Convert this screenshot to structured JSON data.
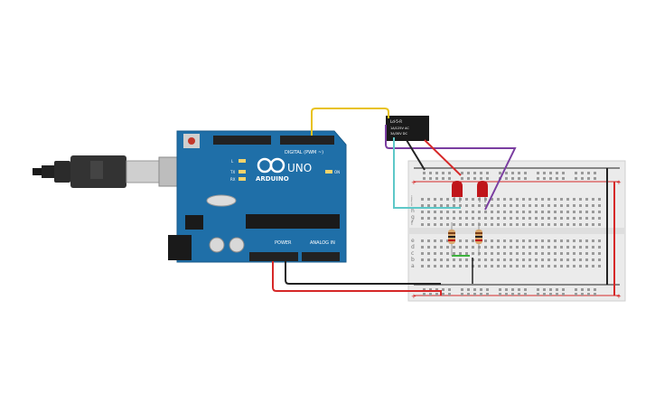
{
  "arduino": {
    "brand": "ARDUINO",
    "model": "UNO",
    "digital_label": "DIGITAL (PWM ~)",
    "power_label": "POWER",
    "analog_label": "ANALOG IN",
    "led_l": "L",
    "led_tx": "TX",
    "led_rx": "RX",
    "on_label": "ON"
  },
  "relay": {
    "label": "Ld-5-R",
    "line1": "1A/125V AC",
    "line2": "3A/30V DC"
  },
  "breadboard": {
    "row_labels_top": [
      "j",
      "i",
      "h",
      "g",
      "f"
    ],
    "row_labels_bottom": [
      "e",
      "d",
      "c",
      "b",
      "a"
    ],
    "plus": "+",
    "minus": "−"
  },
  "colors": {
    "board_blue": "#1f6fa8",
    "wire_red": "#d62828",
    "wire_black": "#222222",
    "wire_yellow": "#e8c21a",
    "wire_purple": "#7a3da0",
    "wire_cyan": "#5ec8c8",
    "wire_green": "#3db33d",
    "led_red": "#c0151a"
  }
}
